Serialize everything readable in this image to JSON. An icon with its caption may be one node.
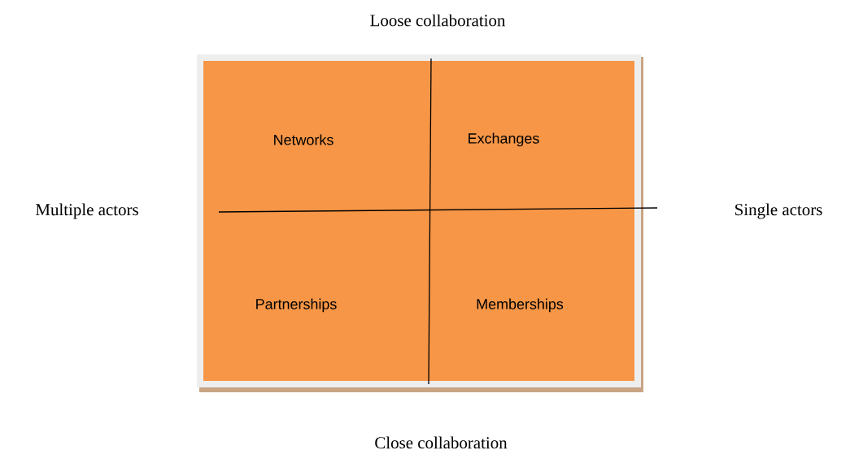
{
  "diagram": {
    "labels": [
      "Loose collaboration",
      "Networks",
      "Exchanges",
      "Multiple actors",
      "Single actors",
      "Partnerships",
      "Memberships",
      "Close collaboration"
    ]
  }
}
